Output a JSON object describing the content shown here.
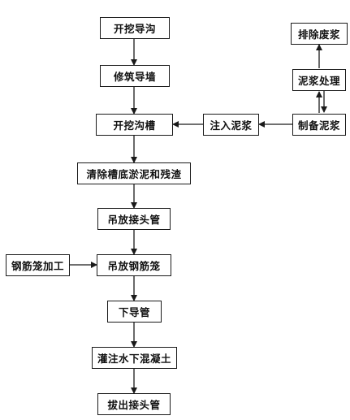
{
  "diagram": {
    "steps": {
      "excavate_guide_trench": "开挖导沟",
      "build_guide_wall": "修筑导墙",
      "excavate_trench": "开挖沟槽",
      "clean_trench_bottom": "清除槽底淤泥和残渣",
      "hoist_joint_pipe": "吊放接头管",
      "hoist_rebar_cage": "吊放钢筋笼",
      "lower_tremie_pipe": "下导管",
      "pour_concrete": "灌注水下混凝土",
      "extract_joint_pipe": "拔出接头管",
      "rebar_cage_fabrication": "钢筋笼加工",
      "prepare_slurry": "制备泥浆",
      "slurry_treatment": "泥浆处理",
      "discharge_waste_slurry": "排除废浆"
    },
    "edge_labels": {
      "inject_slurry": "注入泥浆"
    },
    "line_color": "#1a1a1a"
  }
}
